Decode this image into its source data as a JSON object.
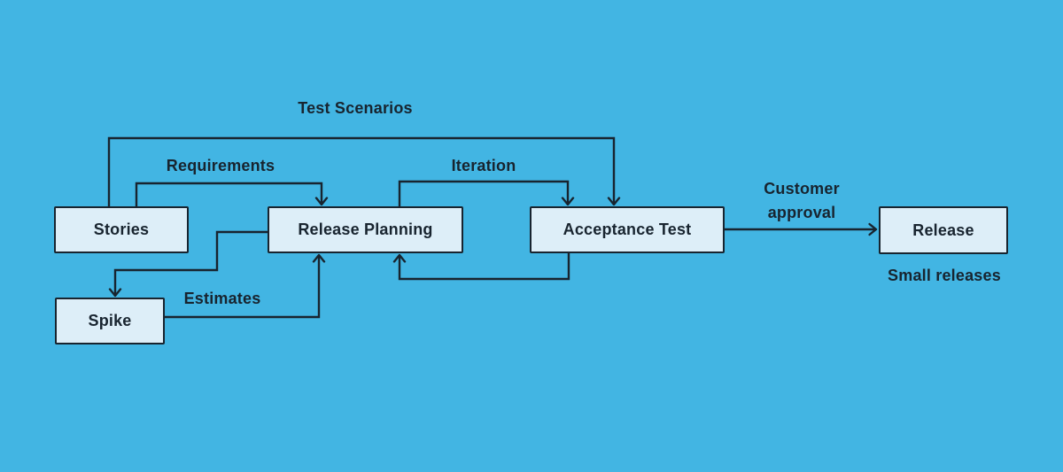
{
  "colors": {
    "background": "#42b5e3",
    "node_fill": "#ddeef8",
    "node_border": "#18242f",
    "connector": "#18242f",
    "text": "#18242f"
  },
  "nodes": {
    "stories": {
      "label": "Stories"
    },
    "release_planning": {
      "label": "Release Planning"
    },
    "acceptance_test": {
      "label": "Acceptance Test"
    },
    "release": {
      "label": "Release"
    },
    "spike": {
      "label": "Spike"
    }
  },
  "edge_labels": {
    "test_scenarios": "Test Scenarios",
    "requirements": "Requirements",
    "iteration": "Iteration",
    "estimates": "Estimates",
    "customer_approval": "Customer approval",
    "small_releases": "Small releases"
  },
  "edges": [
    {
      "from": "stories",
      "to": "acceptance_test",
      "label": "Test Scenarios"
    },
    {
      "from": "stories",
      "to": "release_planning",
      "label": "Requirements"
    },
    {
      "from": "release_planning",
      "to": "acceptance_test",
      "label": "Iteration"
    },
    {
      "from": "release_planning",
      "to": "spike",
      "label": ""
    },
    {
      "from": "spike",
      "to": "release_planning",
      "label": "Estimates"
    },
    {
      "from": "acceptance_test",
      "to": "release_planning",
      "label": ""
    },
    {
      "from": "acceptance_test",
      "to": "release",
      "label": "Customer approval"
    },
    {
      "from": "release",
      "to": null,
      "label": "Small releases"
    }
  ]
}
